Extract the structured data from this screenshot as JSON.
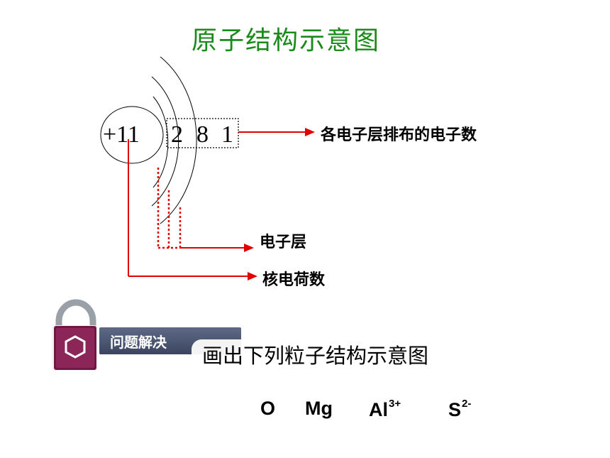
{
  "title": "原子结构示意图",
  "notation": {
    "nucleus": "+11",
    "shells": [
      "2",
      "8",
      "1"
    ]
  },
  "labels": {
    "electrons_per_shell": "各电子层排布的电子数",
    "electron_shell": "电子层",
    "nuclear_charge": "核电荷数"
  },
  "badge": {
    "text": "问题解决",
    "icon": "lock-hexagon-icon"
  },
  "task": "画出下列粒子结构示意图",
  "particles": [
    {
      "symbol": "O",
      "charge": ""
    },
    {
      "symbol": "Mg",
      "charge": ""
    },
    {
      "symbol": "Al",
      "charge": "3+"
    },
    {
      "symbol": "S",
      "charge": "2-"
    }
  ],
  "colors": {
    "title": "#1a8a1a",
    "arrow": "#e00000",
    "badge": "#4a5470",
    "lock_body": "#7a1a4a"
  }
}
